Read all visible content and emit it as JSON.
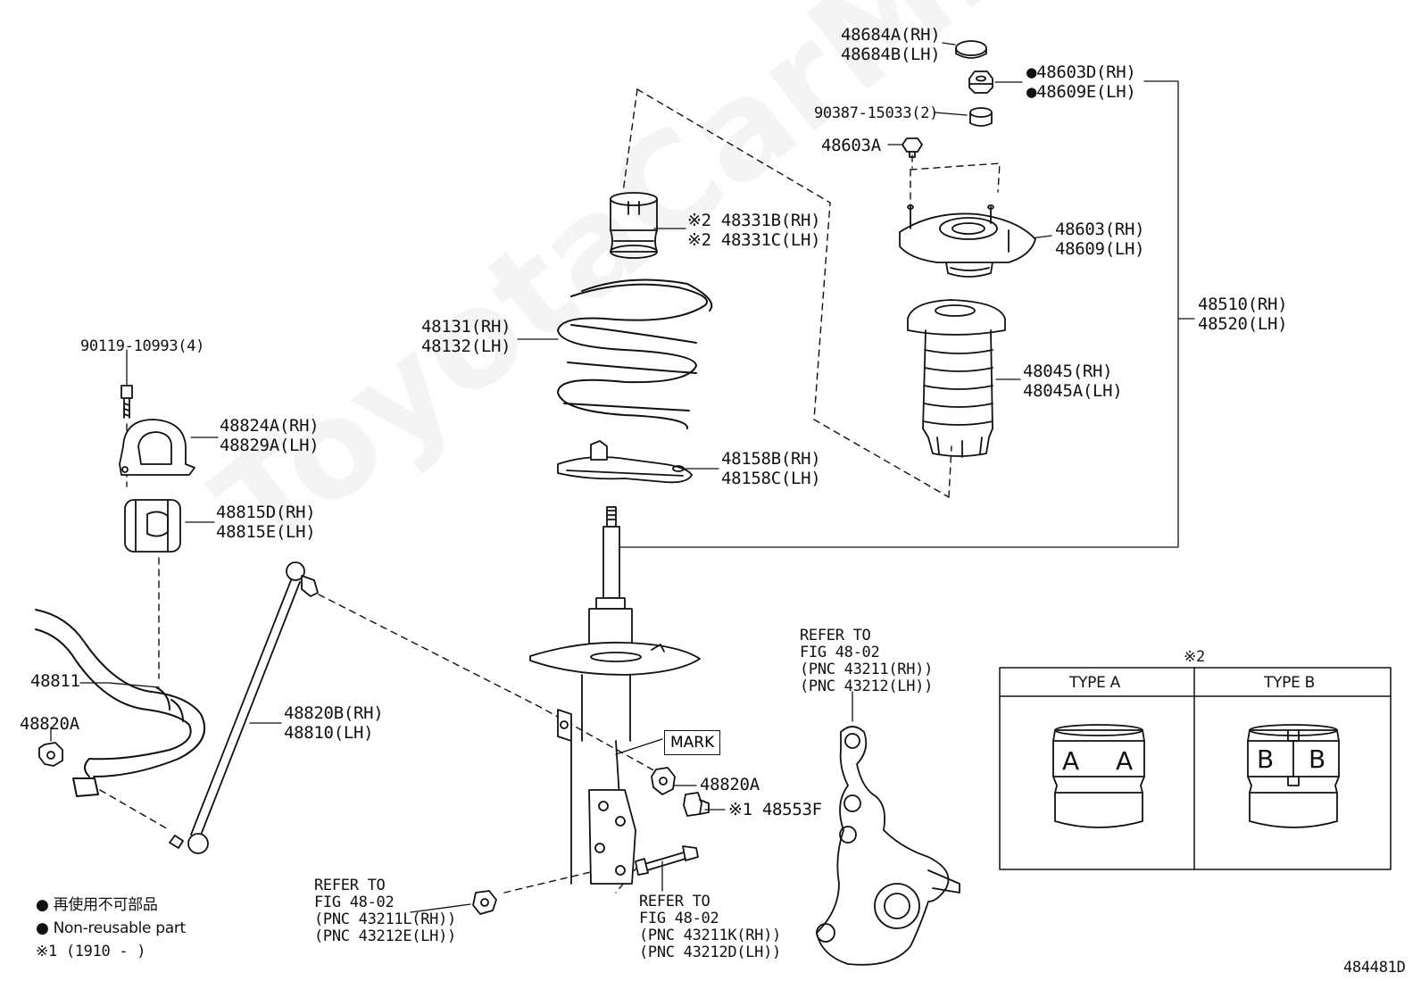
{
  "watermark": "ToyotaCarMirror.ru",
  "labels": {
    "cap_rh": "48684A(RH)",
    "cap_lh": "48684B(LH)",
    "nut_rh": "●48603D(RH)",
    "nut_lh": "●48609E(LH)",
    "spacer": "90387-15033(2)",
    "nut_small": "48603A",
    "bumper_rh": "※2 48331B(RH)",
    "bumper_lh": "※2 48331C(LH)",
    "mount_rh": "48603(RH)",
    "mount_lh": "48609(LH)",
    "strut_assy_rh": "48510(RH)",
    "strut_assy_lh": "48520(LH)",
    "spring_rh": "48131(RH)",
    "spring_lh": "48132(LH)",
    "boot_rh": "48045(RH)",
    "boot_lh": "48045A(LH)",
    "insulator_rh": "48158B(RH)",
    "insulator_lh": "48158C(LH)",
    "bolt_top": "90119-10993(4)",
    "bracket_rh": "48824A(RH)",
    "bracket_lh": "48829A(LH)",
    "bushing_rh": "48815D(RH)",
    "bushing_lh": "48815E(LH)",
    "stabilizer_bar": "48811",
    "nut_left": "48820A",
    "link_rh": "48820B(RH)",
    "link_lh": "48810(LH)",
    "mark": "MARK",
    "nut_mid": "48820A",
    "bolt_mid": "※1 48553F",
    "knuckle_ref_1": "REFER TO",
    "knuckle_ref_2": "FIG 48-02",
    "knuckle_ref_3": "(PNC 43211(RH))",
    "knuckle_ref_4": "(PNC 43212(LH))",
    "refA_1": "REFER TO",
    "refA_2": "FIG 48-02",
    "refA_3": "(PNC 43211L(RH))",
    "refA_4": "(PNC 43212E(LH))",
    "refB_1": "REFER TO",
    "refB_2": "FIG 48-02",
    "refB_3": "(PNC 43211K(RH))",
    "refB_4": "(PNC 43212D(LH))",
    "legend_jp": "● 再使用不可部品",
    "legend_en": "● Non-reusable part",
    "legend_note1": "※1 (1910 -      )",
    "drawing_id": "484481D"
  },
  "type_table": {
    "note": "※2",
    "type_a": "TYPE A",
    "type_b": "TYPE B",
    "letter_a": "A",
    "letter_b": "B"
  }
}
